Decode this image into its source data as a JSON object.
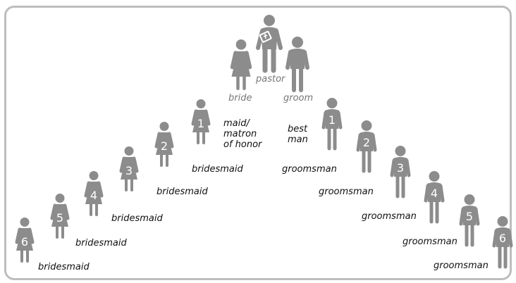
{
  "colors": {
    "figure": "#8c8c8c",
    "frame": "#bdbdbd",
    "label": "#111111",
    "label_muted": "#777777"
  },
  "center": {
    "pastor": {
      "icon": "pastor-icon",
      "label": "pastor"
    },
    "bride": {
      "icon": "bride-icon",
      "label": "bride"
    },
    "groom": {
      "icon": "groom-icon",
      "label": "groom"
    }
  },
  "bridal_side": [
    {
      "number": "1",
      "icon": "woman-icon",
      "label_lines": [
        "maid/",
        "matron",
        "of honor"
      ]
    },
    {
      "number": "2",
      "icon": "woman-icon",
      "label": "bridesmaid"
    },
    {
      "number": "3",
      "icon": "woman-icon",
      "label": "bridesmaid"
    },
    {
      "number": "4",
      "icon": "woman-icon",
      "label": "bridesmaid"
    },
    {
      "number": "5",
      "icon": "woman-icon",
      "label": "bridesmaid"
    },
    {
      "number": "6",
      "icon": "woman-icon",
      "label": "bridesmaid"
    }
  ],
  "groom_side": [
    {
      "number": "1",
      "icon": "man-icon",
      "label_lines": [
        "best",
        "man"
      ]
    },
    {
      "number": "2",
      "icon": "man-icon",
      "label": "groomsman"
    },
    {
      "number": "3",
      "icon": "man-icon",
      "label": "groomsman"
    },
    {
      "number": "4",
      "icon": "man-icon",
      "label": "groomsman"
    },
    {
      "number": "5",
      "icon": "man-icon",
      "label": "groomsman"
    },
    {
      "number": "6",
      "icon": "man-icon",
      "label": "groomsman"
    }
  ]
}
